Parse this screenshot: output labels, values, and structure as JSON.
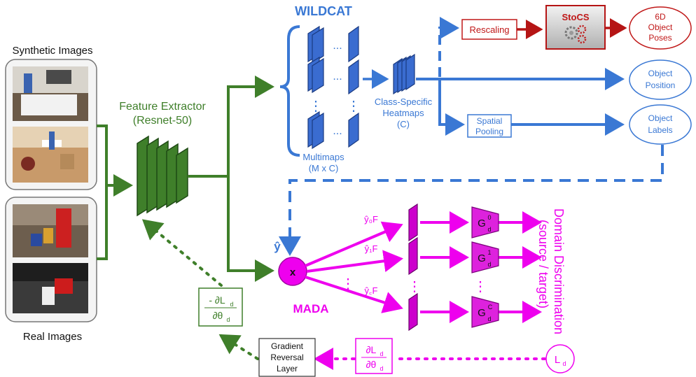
{
  "synthetic": {
    "label": "Synthetic Images"
  },
  "real": {
    "label": "Real Images"
  },
  "feature_extractor": {
    "line1": "Feature Extractor",
    "line2": "(Resnet-50)"
  },
  "wildcat": {
    "title": "WILDCAT",
    "multimaps_line1": "Multimaps",
    "multimaps_line2": "(M x C)",
    "heatmaps_line1": "Class-Specific",
    "heatmaps_line2": "Heatmaps",
    "heatmaps_line3": "(C)",
    "ellipsis_h": "...",
    "ellipsis_v": "⋮"
  },
  "spatial_pooling": {
    "line1": "Spatial",
    "line2": "Pooling"
  },
  "rescaling": {
    "label": "Rescaling"
  },
  "stocs": {
    "label": "StoCS"
  },
  "outputs": {
    "poses": {
      "line1": "6D",
      "line2": "Object",
      "line3": "Poses"
    },
    "position": {
      "line1": "Object",
      "line2": "Position"
    },
    "labels": {
      "line1": "Object",
      "line2": "Labels"
    }
  },
  "mada": {
    "title": "MADA",
    "y_hat": "ŷ",
    "mult": "x",
    "y0F": "ŷ₀F",
    "y1F": "ŷ₁F",
    "yCF": "ŷ꜀F",
    "g0": "G",
    "g1": "G",
    "gC": "G",
    "g_sub": "d",
    "g0_sup": "0",
    "g1_sup": "1",
    "gC_sup": "C",
    "vdots": "⋮",
    "domain_line1": "Domain Discrimination",
    "domain_line2": "(source / target)"
  },
  "grl": {
    "line1": "Gradient",
    "line2": "Reversal",
    "line3": "Layer"
  },
  "loss": {
    "L": "L",
    "sub": "d"
  },
  "grad_pos": {
    "num": "∂L",
    "num_sub": "d",
    "den": "∂θ",
    "den_sub": "d"
  },
  "grad_neg": {
    "num": "- ∂L",
    "num_sub": "d",
    "den": "∂θ",
    "den_sub": "d"
  },
  "colors": {
    "blue": "#3a78d4",
    "green": "#3f7f2a",
    "magenta": "#ee00ee",
    "red": "#c01818"
  }
}
